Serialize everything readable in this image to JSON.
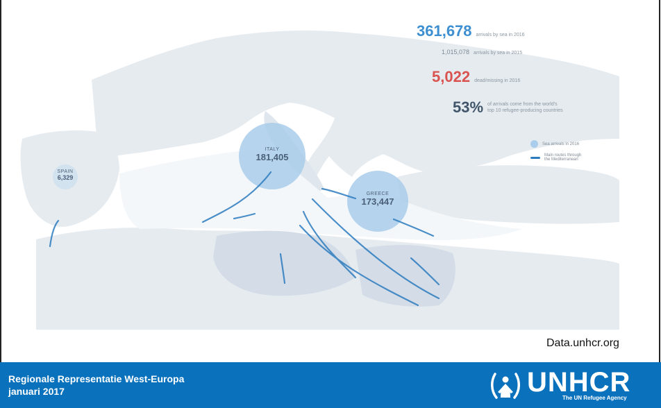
{
  "stats": {
    "sea_arrivals_2016_value": "361,678",
    "sea_arrivals_2016_text": "arrivals by sea in 2016",
    "sea_arrivals_2015_value": "1,015,078",
    "sea_arrivals_2015_text": "arrivals by sea in 2015",
    "dead_missing_value": "5,022",
    "dead_missing_text": "dead/missing in 2016",
    "top10_value": "53%",
    "top10_text_line1": "of arrivals come from the world's",
    "top10_text_line2": "top 10 refugee-producing countries"
  },
  "bubbles": {
    "italy": {
      "name": "ITALY",
      "value": "181,405"
    },
    "greece": {
      "name": "GREECE",
      "value": "173,447"
    },
    "spain": {
      "name": "SPAIN",
      "value": "6,329"
    }
  },
  "legend": {
    "sea_arrivals": "Sea arrivals in 2016",
    "routes_line1": "Main routes through",
    "routes_line2": "the Mediterranean"
  },
  "source": "Data.unhcr.org",
  "footer": {
    "line1": "Regionale Representatie West-Europa",
    "line2": "januari 2017"
  },
  "logo": {
    "name": "UNHCR",
    "tagline": "The UN Refugee Agency"
  },
  "colors": {
    "footer_bg": "#0a72bd",
    "accent_blue": "#3d8fd1",
    "accent_red": "#d9534f",
    "bubble_fill": "#a9cdea",
    "arrow_blue": "#2d7cc0"
  }
}
